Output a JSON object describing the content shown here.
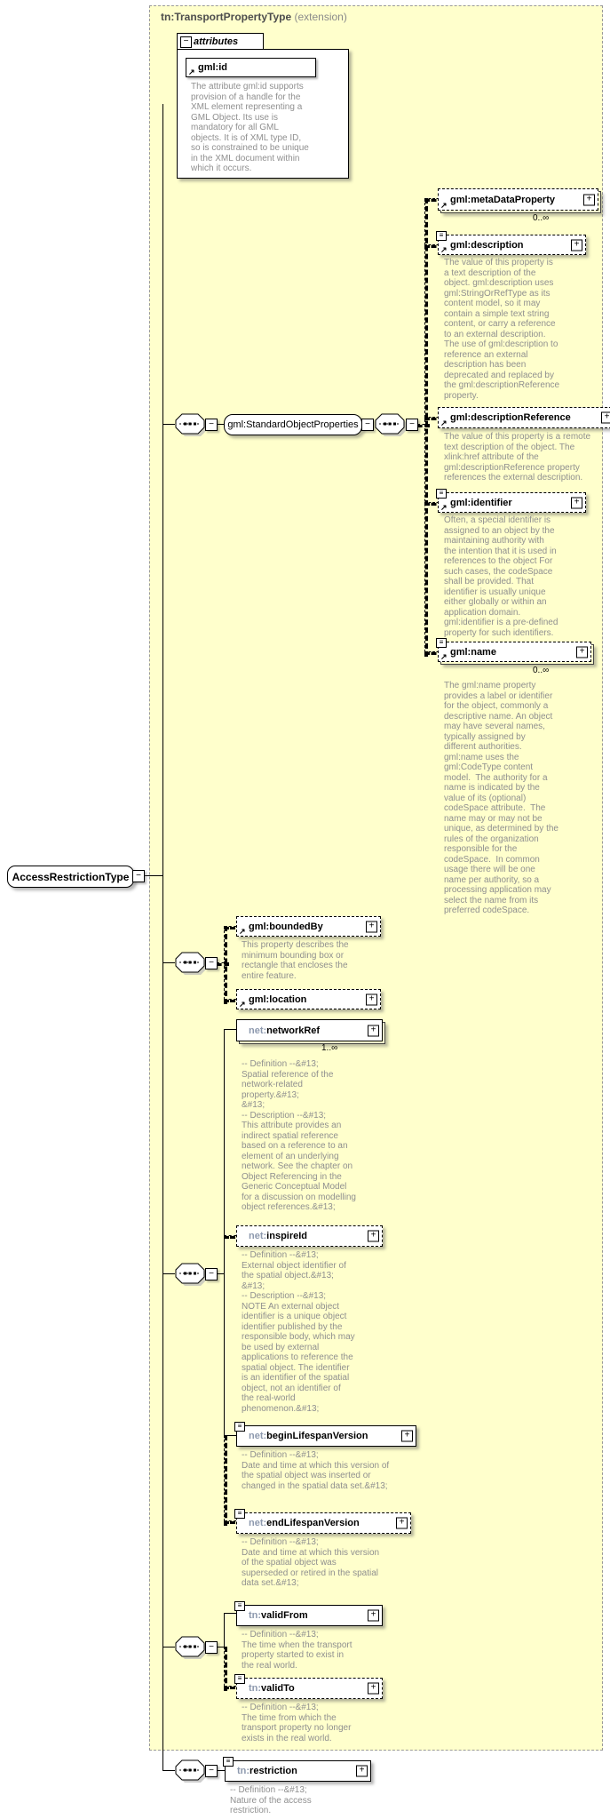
{
  "header": {
    "title": "tn:TransportPropertyType",
    "suffix": " (extension)"
  },
  "attributes_section": {
    "label": "attributes",
    "attribute": {
      "label": "gml:id",
      "doc": "The attribute gml:id supports\nprovision of a handle for the\nXML element representing a\nGML Object. Its use is\nmandatory for all GML\nobjects. It is of XML type ID,\nso is constrained to be unique\nin the XML document within\nwhich it occurs."
    }
  },
  "root_element": {
    "label": "AccessRestrictionType"
  },
  "group_reference": {
    "label": "gml:StandardObjectProperties"
  },
  "elements": {
    "metaDataProperty": {
      "label": "gml:metaDataProperty",
      "cardinality": "0..∞"
    },
    "description": {
      "label": "gml:description",
      "doc": "The value of this property is\na text description of the\nobject. gml:description uses\ngml:StringOrRefType as its\ncontent model, so it may\ncontain a simple text string\ncontent, or carry a reference\nto an external description.\nThe use of gml:description to\nreference an external\ndescription has been\ndeprecated and replaced by\nthe gml:descriptionReference\nproperty."
    },
    "descriptionReference": {
      "label": "gml:descriptionReference",
      "doc": "The value of this property is a remote\ntext description of the object. The\nxlink:href attribute of the\ngml:descriptionReference property\nreferences the external description."
    },
    "identifier": {
      "label": "gml:identifier",
      "doc": "Often, a special identifier is\nassigned to an object by the\nmaintaining authority with\nthe intention that it is used in\nreferences to the object For\nsuch cases, the codeSpace\nshall be provided. That\nidentifier is usually unique\neither globally or within an\napplication domain.\ngml:identifier is a pre-defined\nproperty for such identifiers."
    },
    "name": {
      "label": "gml:name",
      "cardinality": "0..∞",
      "doc": "The gml:name property\nprovides a label or identifier\nfor the object, commonly a\ndescriptive name. An object\nmay have several names,\ntypically assigned by\ndifferent authorities.\ngml:name uses the\ngml:CodeType content\nmodel.  The authority for a\nname is indicated by the\nvalue of its (optional)\ncodeSpace attribute.  The\nname may or may not be\nunique, as determined by the\nrules of the organization\nresponsible for the\ncodeSpace.  In common\nusage there will be one\nname per authority, so a\nprocessing application may\nselect the name from its\npreferred codeSpace."
    },
    "boundedBy": {
      "label": "gml:boundedBy",
      "doc": "This property describes the\nminimum bounding box or\nrectangle that encloses the\nentire feature."
    },
    "location": {
      "label": "gml:location"
    },
    "networkRef": {
      "prefix": "net:",
      "local": "networkRef",
      "cardinality": "1..∞",
      "doc": "-- Definition --&#13;\nSpatial reference of the\nnetwork-related\nproperty.&#13;\n&#13;\n-- Description --&#13;\nThis attribute provides an\nindirect spatial reference\nbased on a reference to an\nelement of an underlying\nnetwork. See the chapter on\nObject Referencing in the\nGeneric Conceptual Model\nfor a discussion on modelling\nobject references.&#13;"
    },
    "inspireId": {
      "prefix": "net:",
      "local": "inspireId",
      "doc": "-- Definition --&#13;\nExternal object identifier of\nthe spatial object.&#13;\n&#13;\n-- Description --&#13;\nNOTE An external object\nidentifier is a unique object\nidentifier published by the\nresponsible body, which may\nbe used by external\napplications to reference the\nspatial object. The identifier\nis an identifier of the spatial\nobject, not an identifier of\nthe real-world\nphenomenon.&#13;"
    },
    "beginLifespanVersion": {
      "prefix": "net:",
      "local": "beginLifespanVersion",
      "doc": "-- Definition --&#13;\nDate and time at which this version of\nthe spatial object was inserted or\nchanged in the spatial data set.&#13;"
    },
    "endLifespanVersion": {
      "prefix": "net:",
      "local": "endLifespanVersion",
      "doc": "-- Definition --&#13;\nDate and time at which this version\nof the spatial object was\nsuperseded or retired in the spatial\ndata set.&#13;"
    },
    "validFrom": {
      "prefix": "tn:",
      "local": "validFrom",
      "doc": "-- Definition --&#13;\nThe time when the transport\nproperty started to exist in\nthe real world."
    },
    "validTo": {
      "prefix": "tn:",
      "local": "validTo",
      "doc": "-- Definition --&#13;\nThe time from which the\ntransport property no longer\nexists in the real world."
    },
    "restriction": {
      "prefix": "tn:",
      "local": "restriction",
      "doc": "-- Definition --&#13;\nNature of the access\nrestriction."
    }
  },
  "icons": {
    "expand": "+",
    "collapse": "−",
    "reference": "↗",
    "annotation": "≡"
  },
  "colors": {
    "container_fill": "#ffffcc",
    "doc_text": "#8f8f8f",
    "prefix_text": "#8d99ae"
  }
}
